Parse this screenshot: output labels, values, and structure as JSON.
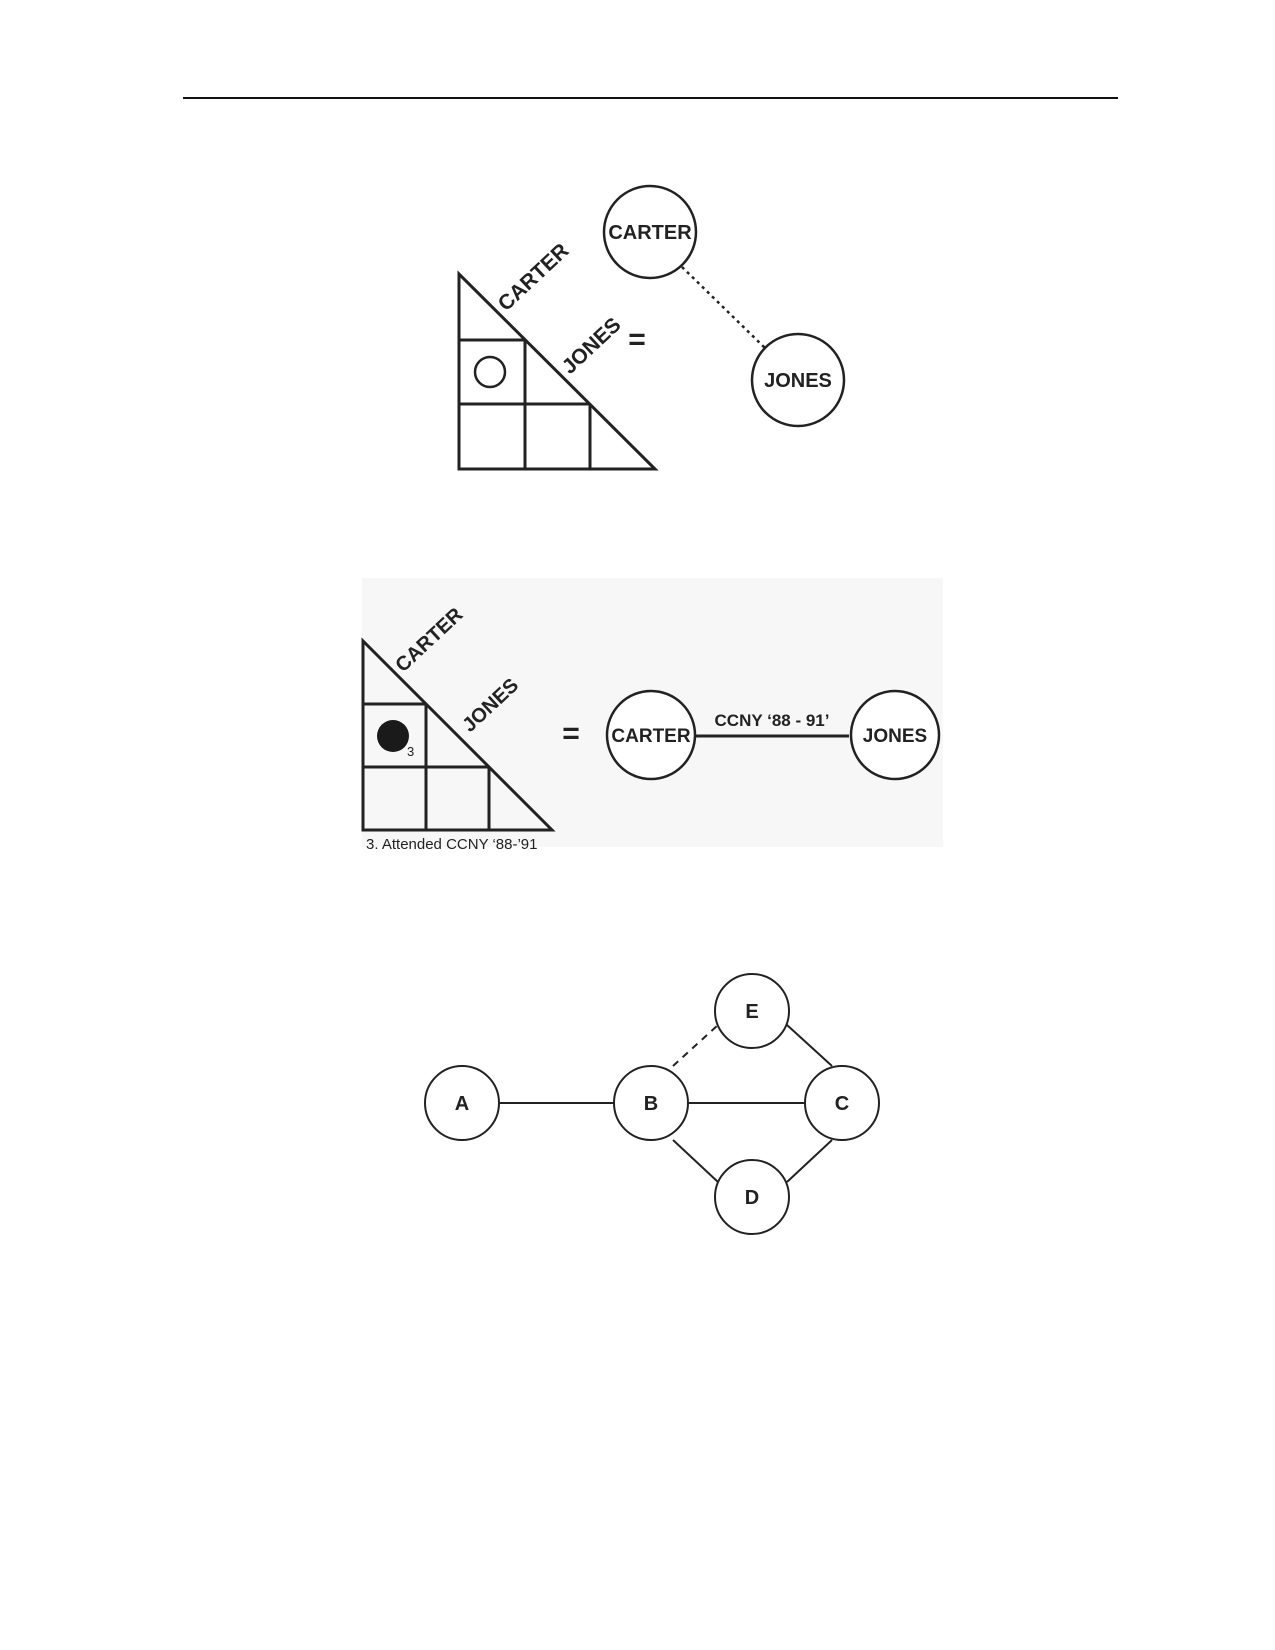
{
  "figure1": {
    "matrix_row_label": "CARTER",
    "matrix_col_label": "JONES",
    "equals": "=",
    "node_a": "CARTER",
    "node_b": "JONES"
  },
  "figure2": {
    "matrix_row_label": "CARTER",
    "matrix_col_label": "JONES",
    "cell_footnote": "3",
    "footnote": "3. Attended CCNY ‘88-’91",
    "equals": "=",
    "node_a": "CARTER",
    "node_b": "JONES",
    "edge_label": "CCNY ‘88 - 91’"
  },
  "figure3": {
    "nodes": [
      "A",
      "B",
      "C",
      "D",
      "E"
    ],
    "edges": [
      {
        "from": "A",
        "to": "B",
        "style": "solid"
      },
      {
        "from": "B",
        "to": "C",
        "style": "solid"
      },
      {
        "from": "B",
        "to": "D",
        "style": "solid"
      },
      {
        "from": "D",
        "to": "C",
        "style": "solid"
      },
      {
        "from": "E",
        "to": "C",
        "style": "solid"
      },
      {
        "from": "B",
        "to": "E",
        "style": "dashed"
      }
    ]
  }
}
